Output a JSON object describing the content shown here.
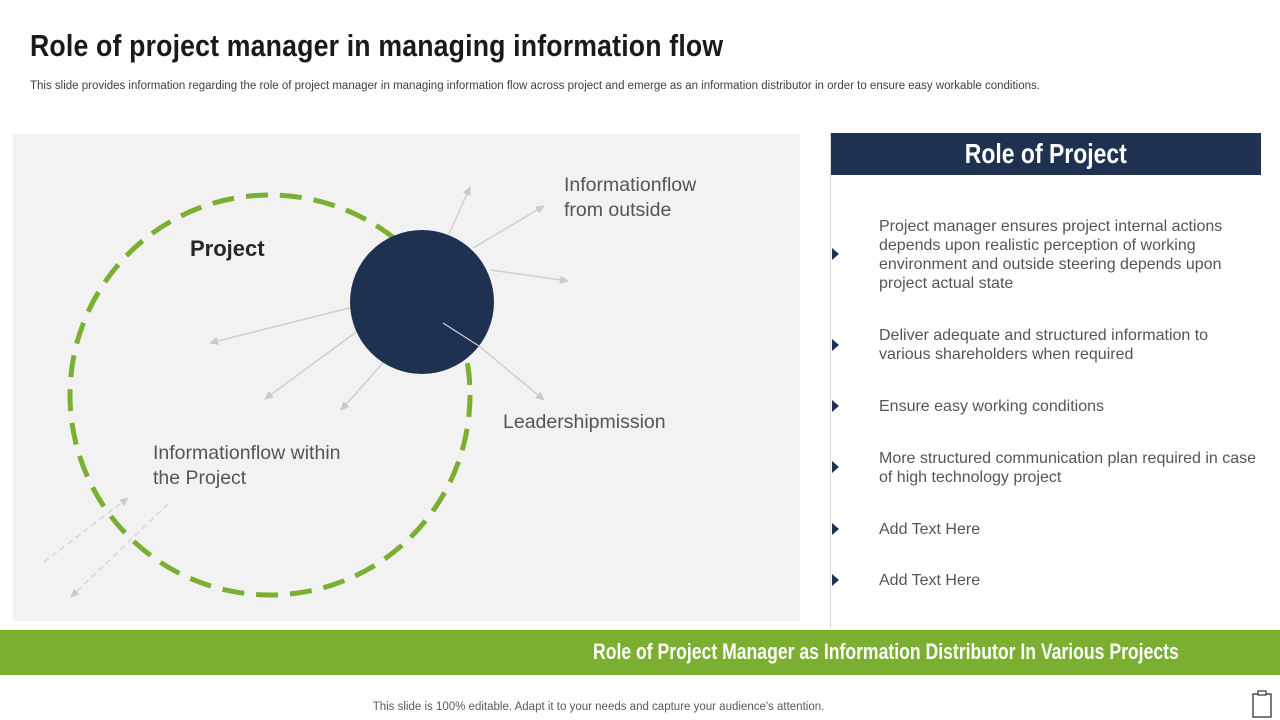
{
  "header": {
    "title": "Role of project manager in managing information flow",
    "subtitle": "This slide provides information regarding the role of project manager in managing information flow across project and emerge as an information distributor in order to ensure easy workable conditions."
  },
  "diagram": {
    "project_label": "Project",
    "outside_label_line1": "Informationflow",
    "outside_label_line2": "from outside",
    "leadership_label": "Leadershipmission",
    "within_label_line1": "Informationflow within",
    "within_label_line2": "the Project"
  },
  "role_panel": {
    "heading": "Role of Project",
    "items": [
      {
        "label": "Project manager ensures project internal actions depends upon realistic perception of working environment and outside steering depends upon project actual state"
      },
      {
        "label": "Deliver adequate and structured information to various shareholders when required"
      },
      {
        "label": "Ensure easy working conditions"
      },
      {
        "label": "More structured communication plan required in case of high technology project"
      },
      {
        "label": "Add Text Here"
      },
      {
        "label": "Add Text Here"
      }
    ]
  },
  "bottom_bar": {
    "label": "Role of Project Manager as Information Distributor In Various Projects"
  },
  "footer": {
    "text": "This slide is 100% editable. Adapt it to your needs and capture your audience's attention."
  },
  "colors": {
    "navy": "#1f3151",
    "green": "#7aaf32",
    "panel_bg": "#f2f2f2"
  },
  "icons": {
    "bullet": "triangle-right-icon",
    "corner": "clipboard-icon"
  }
}
